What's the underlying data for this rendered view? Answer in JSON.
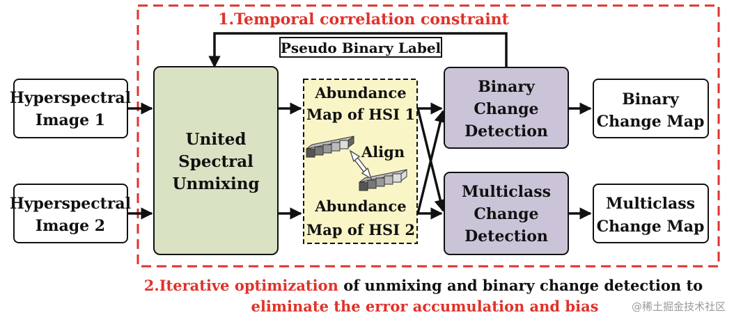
{
  "title_constraint": "1.Temporal correlation constraint",
  "pseudo_label": "Pseudo Binary Label",
  "inputs": {
    "hsi1": [
      "Hyperspectral",
      "Image 1"
    ],
    "hsi2": [
      "Hyperspectral",
      "Image 2"
    ]
  },
  "unmixing": [
    "United",
    "Spectral",
    "Unmixing"
  ],
  "abundance": {
    "map1": [
      "Abundance",
      "Map of HSI 1"
    ],
    "map2": [
      "Abundance",
      "Map of HSI 2"
    ],
    "align": "Align"
  },
  "detection": {
    "binary": [
      "Binary",
      "Change",
      "Detection"
    ],
    "multiclass": [
      "Multiclass",
      "Change",
      "Detection"
    ]
  },
  "outputs": {
    "binary": [
      "Binary",
      "Change Map"
    ],
    "multiclass": [
      "Multiclass",
      "Change Map"
    ]
  },
  "caption": {
    "line1_red": "2.Iterative optimization",
    "line1_black": " of unmixing and binary change detection to",
    "line2_red": "eliminate the error accumulation and bias"
  },
  "watermark": "@稀土掘金技术社区",
  "colors": {
    "accent_red": "#e0322a",
    "unmixing_fill": "#d9e2c3",
    "abundance_fill": "#f9f5c7",
    "detection_fill": "#cbc4d8",
    "stroke": "#111111"
  }
}
